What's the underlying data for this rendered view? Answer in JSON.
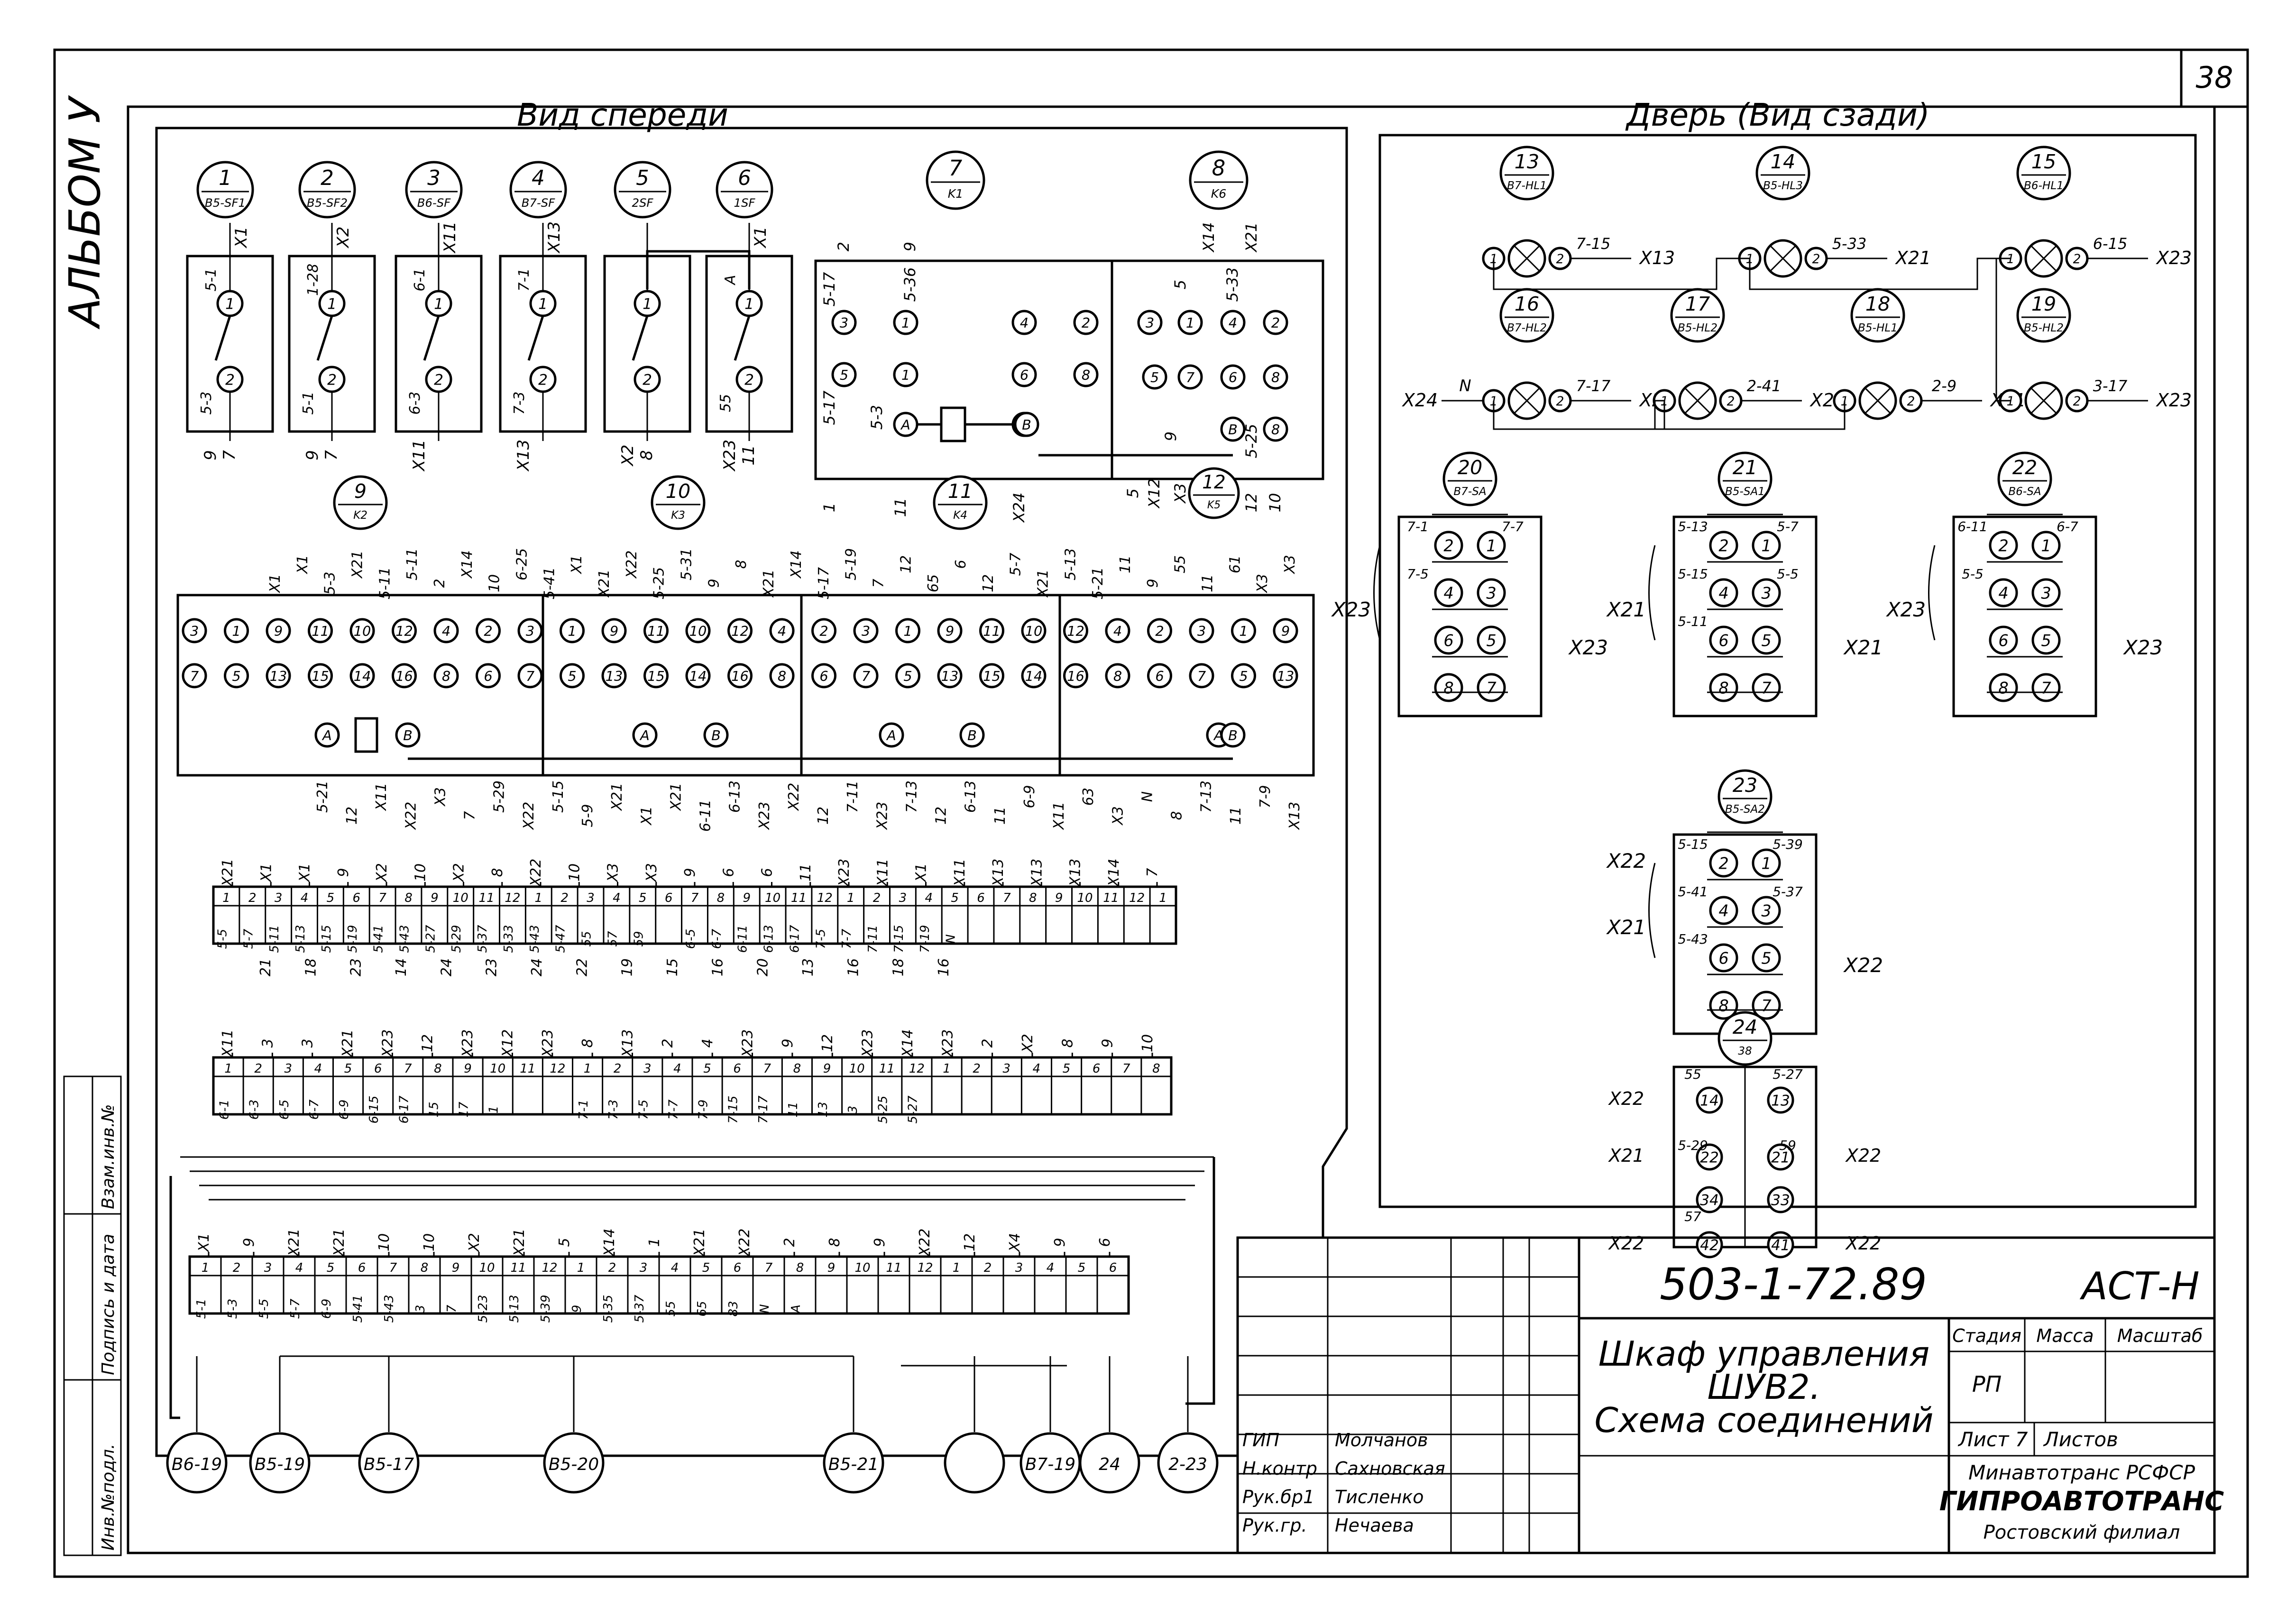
{
  "album": "АЛЬБОМ У",
  "sheet_number": "38",
  "front_view_title": "Вид спереди",
  "door_view_title": "Дверь (Вид сзади)",
  "front_devices": [
    {
      "num": "1",
      "ref": "В5-SF1",
      "top": "X1",
      "mid": "5-1",
      "b1": "5-3",
      "b2": "9",
      "b3": "7"
    },
    {
      "num": "2",
      "ref": "В5-SF2",
      "top": "X2",
      "mid": "1-28",
      "b1": "5-1",
      "b2": "9",
      "b3": "7"
    },
    {
      "num": "3",
      "ref": "В6-SF",
      "top": "X11",
      "mid": "6-1",
      "b1": "6-3",
      "b2": "X11",
      "b3": ""
    },
    {
      "num": "4",
      "ref": "В7-SF",
      "top": "X13",
      "mid": "7-1",
      "b1": "7-3",
      "b2": "X13",
      "b3": ""
    },
    {
      "num": "5",
      "ref": "2SF",
      "top": "",
      "mid": "",
      "b1": "",
      "b2": "X2",
      "b3": "8"
    },
    {
      "num": "6",
      "ref": "1SF",
      "top": "X1",
      "mid": "A",
      "b1": "55",
      "b2": "X23",
      "b3": "11"
    }
  ],
  "relays": [
    {
      "num": "7",
      "ref": "K1"
    },
    {
      "num": "8",
      "ref": "K6"
    },
    {
      "num": "9",
      "ref": "K2"
    },
    {
      "num": "10",
      "ref": "K3"
    },
    {
      "num": "11",
      "ref": "K4"
    },
    {
      "num": "12",
      "ref": "K5"
    }
  ],
  "k1_labels": [
    "2",
    "9",
    "5-17",
    "5-36",
    "5-17",
    "5-3",
    "1",
    "11",
    "X24"
  ],
  "k6_labels": [
    "X14",
    "X21",
    "5",
    "5-33",
    "5-25",
    "5",
    "X12",
    "9",
    "X3",
    "12",
    "10"
  ],
  "relay_row_top_labels": [
    "X1",
    "X1",
    "5-3",
    "X21",
    "5-11",
    "5-11",
    "2",
    "X14",
    "10",
    "6-25",
    "5-41",
    "X1",
    "X21",
    "X22",
    "5-25",
    "5-31",
    "9",
    "8",
    "X21",
    "X14",
    "5-17",
    "5-19",
    "7",
    "12",
    "65",
    "6",
    "12",
    "5-7",
    "X21",
    "5-13",
    "5-21",
    "11",
    "9",
    "55",
    "11",
    "61",
    "X3",
    "X3"
  ],
  "relay_row_bottom_labels": [
    "5-21",
    "12",
    "X11",
    "X22",
    "X3",
    "7",
    "5-29",
    "X22",
    "5-15",
    "5-9",
    "X21",
    "X1",
    "X21",
    "6-11",
    "6-13",
    "X23",
    "X22",
    "12",
    "7-11",
    "X23",
    "7-13",
    "12",
    "6-13",
    "11",
    "6-9",
    "X11",
    "63",
    "X3",
    "N",
    "8",
    "7-13",
    "11",
    "7-9",
    "X13"
  ],
  "lamps": [
    {
      "num": "13",
      "ref": "В7-HL1",
      "label": "7-15",
      "wire": "X13"
    },
    {
      "num": "14",
      "ref": "В5-HL3",
      "label": "5-33",
      "wire": "X21"
    },
    {
      "num": "15",
      "ref": "В6-HL1",
      "label": "6-15",
      "wire": "X23"
    },
    {
      "num": "16",
      "ref": "В7-HL2",
      "label": "7-17",
      "wire": "X23",
      "left": "X24",
      "n": "N"
    },
    {
      "num": "17",
      "ref": "В5-HL2",
      "label": "2-41",
      "wire": "X21"
    },
    {
      "num": "18",
      "ref": "В5-HL1",
      "label": "2-9",
      "wire": "X21"
    },
    {
      "num": "19",
      "ref": "В5-HL2",
      "label": "3-17",
      "wire": "X23"
    }
  ],
  "switches": [
    {
      "num": "20",
      "ref": "В7-SA",
      "left": "X23",
      "right": "X23",
      "labels": [
        "7-1",
        "7-7",
        "7-5"
      ]
    },
    {
      "num": "21",
      "ref": "В5-SA1",
      "left": "X21",
      "right": "X21",
      "labels": [
        "5-13",
        "5-7",
        "5-15",
        "5-5",
        "5-11"
      ]
    },
    {
      "num": "22",
      "ref": "В6-SA",
      "left": "X23",
      "right": "X23",
      "labels": [
        "6-11",
        "6-7",
        "5-5"
      ]
    },
    {
      "num": "23",
      "ref": "В5-SA2",
      "left": "X21",
      "right": "X22",
      "labels": [
        "5-15",
        "5-39",
        "5-41",
        "5-37",
        "5-43"
      ],
      "left2": "X22"
    },
    {
      "num": "24",
      "ref": "38",
      "left": "X22",
      "right": "X22",
      "labels": [
        "55",
        "5-27",
        "5-29",
        "59",
        "57"
      ],
      "l2": "X21",
      "l3": "X22",
      "r2": "X22",
      "r3": "X22"
    }
  ],
  "terminal_strips": [
    {
      "name": "strip-1",
      "top": [
        "X21",
        "X1",
        "X1",
        "9",
        "X2",
        "10",
        "X2",
        "8",
        "X22",
        "10",
        "X3",
        "X3",
        "9",
        "6",
        "6",
        "11",
        "X23",
        "X11",
        "X1",
        "X11",
        "X13",
        "X13",
        "X13",
        "X14",
        "7"
      ],
      "cells": [
        "5-5",
        "5-7",
        "5-11",
        "5-13",
        "5-15",
        "5-19",
        "5-41",
        "5-43",
        "5-27",
        "5-29",
        "5-37",
        "5-33",
        "5-43",
        "5-47",
        "55",
        "57",
        "59",
        "",
        "6-5",
        "6-7",
        "6-11",
        "6-13",
        "6-17",
        "7-5",
        "7-7",
        "7-11",
        "7-15",
        "7-19",
        "N",
        "",
        "",
        "",
        "",
        "",
        "",
        "",
        ""
      ],
      "bottom": [
        "21",
        "18",
        "23",
        "14",
        "24",
        "23",
        "24",
        "22",
        "19",
        "15",
        "16",
        "20",
        "13",
        "16",
        "18",
        "16"
      ]
    },
    {
      "name": "strip-2",
      "top": [
        "X11",
        "3",
        "3",
        "X21",
        "X23",
        "12",
        "X23",
        "X12",
        "X23",
        "8",
        "X13",
        "2",
        "4",
        "X23",
        "9",
        "12",
        "X23",
        "X14",
        "X23",
        "2",
        "X2",
        "8",
        "9",
        "10"
      ],
      "cells": [
        "6-1",
        "6-3",
        "6-5",
        "6-7",
        "6-9",
        "6-15",
        "6-17",
        "15",
        "17",
        "1",
        "",
        "",
        "7-1",
        "7-3",
        "7-5",
        "7-7",
        "7-9",
        "7-15",
        "7-17",
        "11",
        "13",
        "3",
        "5-25",
        "5-27"
      ],
      "bottom": []
    },
    {
      "name": "strip-3",
      "top": [
        "X1",
        "9",
        "X21",
        "X21",
        "10",
        "10",
        "X2",
        "X21",
        "5",
        "X14",
        "1",
        "X21",
        "X22",
        "2",
        "8",
        "9",
        "X22",
        "12",
        "X4",
        "9",
        "6"
      ],
      "cells": [
        "5-1",
        "5-3",
        "5-5",
        "5-7",
        "6-9",
        "5-41",
        "5-43",
        "3",
        "7",
        "5-23",
        "5-13",
        "5-39",
        "9",
        "5-35",
        "5-37",
        "55",
        "65",
        "83",
        "N",
        "A"
      ],
      "bottom": []
    }
  ],
  "cable_labels": [
    "В6-19",
    "В5-19",
    "В5-17",
    "В5-20",
    "В5-21",
    "",
    "В7-19",
    "24",
    "2-23"
  ],
  "title_block": {
    "code": "503-1-72.89",
    "suffix": "АСТ-Н",
    "title_line1": "Шкаф управления",
    "title_line2": "ШУВ2.",
    "title_line3": "Схема соединений",
    "stage_label": "Стадия",
    "mass_label": "Масса",
    "scale_label": "Масштаб",
    "stage_value": "РП",
    "sheet_label": "Лист 7",
    "sheets_label": "Листов",
    "org1": "Минавтотранс РСФСР",
    "org2": "ГИПРОАВТОТРАНС",
    "org3": "Ростовский филиал",
    "roles": [
      {
        "role": "ГИП",
        "name": "Молчанов"
      },
      {
        "role": "Н.контр",
        "name": "Сахновская"
      },
      {
        "role": "Рук.бр1",
        "name": "Тисленко"
      },
      {
        "role": "Рук.гр.",
        "name": "Нечаева"
      }
    ]
  },
  "side_stamp": [
    "Инв.№подл.",
    "Подпись и дата",
    "Взам.инв.№"
  ]
}
